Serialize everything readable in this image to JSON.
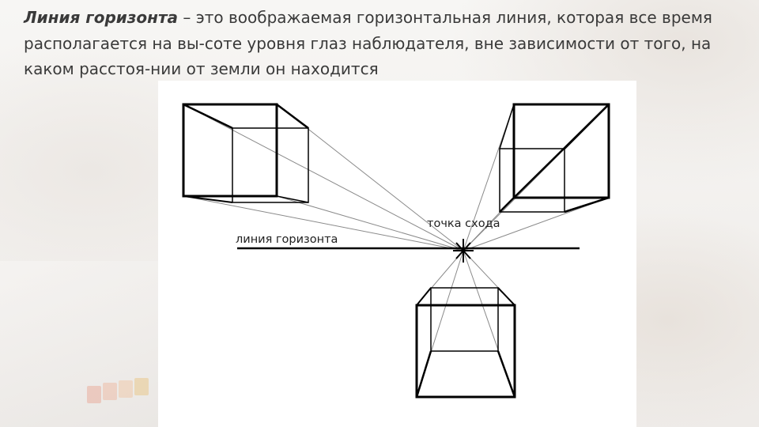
{
  "definition": {
    "term": "Линия горизонта",
    "text": " – это воображаемая горизонтальная линия, которая все время располагается на вы-соте уровня глаз наблюдателя, вне зависимости от того, на каком расстоя-нии от земли он находится"
  },
  "figure": {
    "horizon_label": "линия горизонта",
    "vanishing_point_label": "точка схода"
  }
}
